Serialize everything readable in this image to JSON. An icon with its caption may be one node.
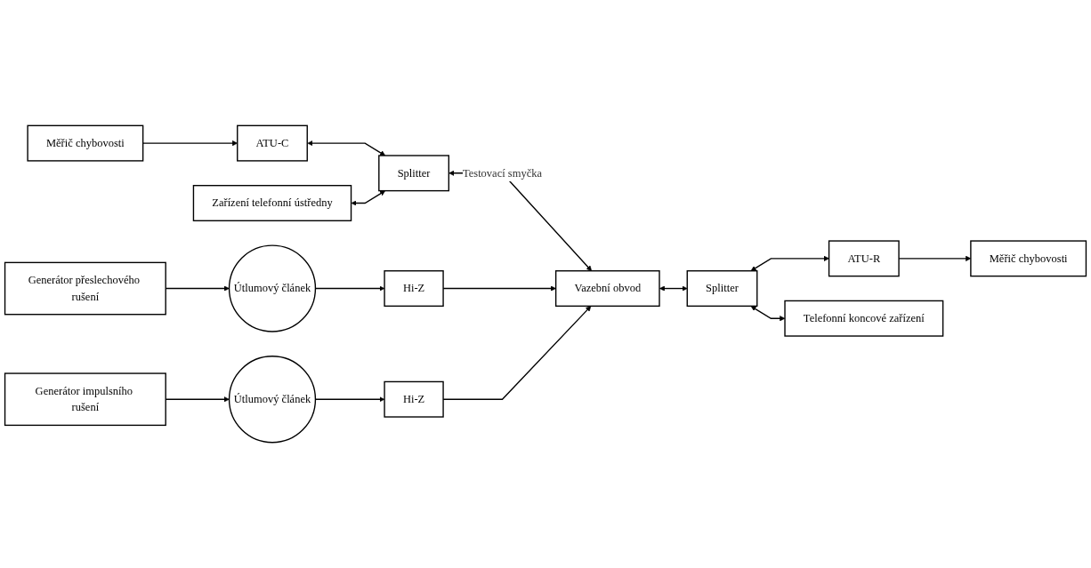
{
  "diagram": {
    "nodes": [
      {
        "text": [
          "Měřič chybovosti"
        ]
      },
      {
        "text": [
          "ATU-C"
        ]
      },
      {
        "text": [
          "Splitter"
        ]
      },
      {
        "text": [
          "Vazební obvod"
        ]
      },
      {
        "text": [
          "Splitter"
        ]
      },
      {
        "text": [
          "ATU-R"
        ]
      },
      {
        "text": [
          "Měřič chybovosti"
        ]
      },
      {
        "text": [
          "Zařízení telefonní ústředny"
        ]
      },
      {
        "text": [
          "Telefonní koncové zařízení"
        ]
      },
      {
        "text": [
          "Hi-Z"
        ]
      },
      {
        "text": [
          "Hi-Z"
        ]
      },
      {
        "text": [
          "Útlumový článek"
        ]
      },
      {
        "text": [
          "Útlumový článek"
        ]
      },
      {
        "text": [
          "Generátor přeslechového rušení"
        ]
      },
      {
        "text": [
          "Generátor impulsního rušení"
        ]
      }
    ],
    "edges": [
      {
        "from": 0,
        "to": 1,
        "arrow": "to"
      },
      {
        "from": 1,
        "to": 2,
        "arrow": "both"
      },
      {
        "from": 2,
        "to": 3,
        "arrow": "both",
        "label": "Testovací smyčka"
      },
      {
        "from": 3,
        "to": 4,
        "arrow": "both"
      },
      {
        "from": 4,
        "to": 5,
        "arrow": "both"
      },
      {
        "from": 5,
        "to": 6,
        "arrow": "to"
      },
      {
        "from": 7,
        "to": 2,
        "arrow": "both"
      },
      {
        "from": 4,
        "to": 8,
        "arrow": "both"
      },
      {
        "from": 9,
        "to": 3,
        "arrow": "to"
      },
      {
        "from": 10,
        "to": 3,
        "arrow": "to"
      },
      {
        "from": 11,
        "to": 9,
        "arrow": "to"
      },
      {
        "from": 12,
        "to": 10,
        "arrow": "to"
      },
      {
        "from": 13,
        "to": 11,
        "arrow": "to"
      },
      {
        "from": 14,
        "to": 12,
        "arrow": "to"
      }
    ]
  }
}
